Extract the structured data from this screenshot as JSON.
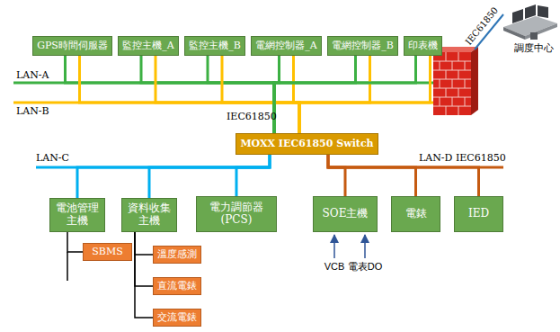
{
  "diagram": {
    "nodes": [
      {
        "text": [
          "GPS時間伺服器"
        ]
      },
      {
        "text": [
          "監控主機_A"
        ]
      },
      {
        "text": [
          "監控主機_B"
        ]
      },
      {
        "text": [
          "電網控制器_A"
        ]
      },
      {
        "text": [
          "電網控制器_B"
        ]
      },
      {
        "text": [
          "印表機"
        ]
      },
      {
        "text": [
          "MOXX IEC61850 Switch"
        ]
      },
      {
        "text": [
          "電池管理主機"
        ]
      },
      {
        "text": [
          "資料收集主機"
        ]
      },
      {
        "text": [
          "電力調節器 (PCS)"
        ]
      },
      {
        "text": [
          "SOE主機"
        ]
      },
      {
        "text": [
          "電錶"
        ]
      },
      {
        "text": [
          "IED"
        ]
      },
      {
        "text": [
          "SBMS"
        ]
      },
      {
        "text": [
          "溫度感測"
        ]
      },
      {
        "text": [
          "直流電錶"
        ]
      },
      {
        "text": [
          "交流電錶"
        ]
      }
    ],
    "edges": [
      {
        "from": 0,
        "to": 6,
        "arrow": "none"
      },
      {
        "from": 0,
        "to": 6,
        "arrow": "none"
      },
      {
        "from": 1,
        "to": 6,
        "arrow": "none"
      },
      {
        "from": 1,
        "to": 6,
        "arrow": "none"
      },
      {
        "from": 2,
        "to": 6,
        "arrow": "none"
      },
      {
        "from": 2,
        "to": 6,
        "arrow": "none"
      },
      {
        "from": 3,
        "to": 6,
        "arrow": "none"
      },
      {
        "from": 3,
        "to": 6,
        "arrow": "none"
      },
      {
        "from": 4,
        "to": 6,
        "arrow": "none"
      },
      {
        "from": 4,
        "to": 6,
        "arrow": "none"
      },
      {
        "from": 5,
        "to": 6,
        "arrow": "none"
      },
      {
        "from": 5,
        "to": 6,
        "arrow": "none"
      },
      {
        "from": 6,
        "to": 7,
        "arrow": "none"
      },
      {
        "from": 6,
        "to": 8,
        "arrow": "none"
      },
      {
        "from": 6,
        "to": 9,
        "arrow": "none"
      },
      {
        "from": 6,
        "to": 10,
        "arrow": "none"
      },
      {
        "from": 6,
        "to": 11,
        "arrow": "none"
      },
      {
        "from": 6,
        "to": 12,
        "arrow": "none"
      },
      {
        "from": 7,
        "to": 13,
        "arrow": "none"
      },
      {
        "from": 8,
        "to": 14,
        "arrow": "none"
      },
      {
        "from": 8,
        "to": 15,
        "arrow": "none"
      },
      {
        "from": 8,
        "to": 16,
        "arrow": "none"
      }
    ],
    "labels": [
      "LAN-A",
      "LAN-B",
      "IEC61850",
      "LAN-C",
      "LAN-D IEC61850",
      "VCB",
      "電表DO",
      "IEC61850",
      "調度中心"
    ]
  }
}
